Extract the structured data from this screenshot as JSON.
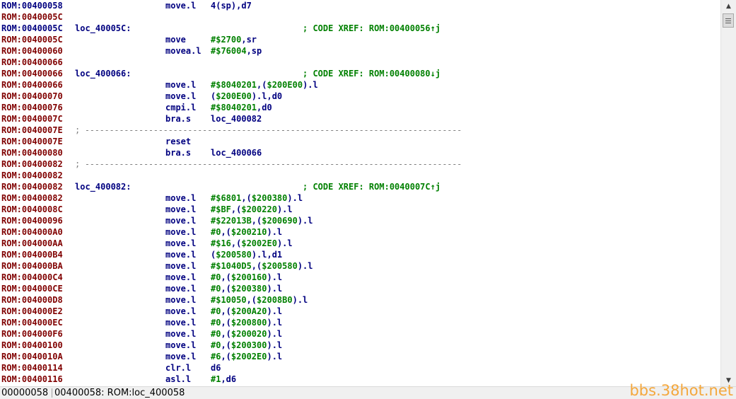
{
  "colors": {
    "segment_normal": "#000080",
    "segment_data": "#800000",
    "instruction": "#000080",
    "immediate": "#008000",
    "comment": "#008000",
    "separator": "#808080",
    "watermark": "#f4a73c"
  },
  "listing": [
    {
      "seg": "ROM",
      "addr": "00400058",
      "segtype": "normal",
      "mnem": "move.l",
      "ops": [
        {
          "t": "4(sp),d7"
        }
      ]
    },
    {
      "seg": "ROM",
      "addr": "0040005C",
      "segtype": "data"
    },
    {
      "seg": "ROM",
      "addr": "0040005C",
      "segtype": "normal",
      "label": "loc_40005C:",
      "xref": "; CODE XREF: ROM:00400056↑j"
    },
    {
      "seg": "ROM",
      "addr": "0040005C",
      "segtype": "data",
      "mnem": "move",
      "ops": [
        {
          "t": "#$2700",
          "imm": true
        },
        {
          "t": ",sr"
        }
      ]
    },
    {
      "seg": "ROM",
      "addr": "00400060",
      "segtype": "data",
      "mnem": "movea.l",
      "ops": [
        {
          "t": "#$76004",
          "imm": true
        },
        {
          "t": ",sp"
        }
      ]
    },
    {
      "seg": "ROM",
      "addr": "00400066",
      "segtype": "data"
    },
    {
      "seg": "ROM",
      "addr": "00400066",
      "segtype": "data",
      "label": "loc_400066:",
      "xref": "; CODE XREF: ROM:00400080↓j"
    },
    {
      "seg": "ROM",
      "addr": "00400066",
      "segtype": "data",
      "mnem": "move.l",
      "ops": [
        {
          "t": "#$8040201",
          "imm": true
        },
        {
          "t": ",("
        },
        {
          "t": "$200E00",
          "imm": true
        },
        {
          "t": ").l"
        }
      ]
    },
    {
      "seg": "ROM",
      "addr": "00400070",
      "segtype": "data",
      "mnem": "move.l",
      "ops": [
        {
          "t": "("
        },
        {
          "t": "$200E00",
          "imm": true
        },
        {
          "t": ").l,d0"
        }
      ]
    },
    {
      "seg": "ROM",
      "addr": "00400076",
      "segtype": "data",
      "mnem": "cmpi.l",
      "ops": [
        {
          "t": "#$8040201",
          "imm": true
        },
        {
          "t": ",d0"
        }
      ]
    },
    {
      "seg": "ROM",
      "addr": "0040007C",
      "segtype": "data",
      "mnem": "bra.s",
      "ops": [
        {
          "t": "loc_400082"
        }
      ]
    },
    {
      "seg": "ROM",
      "addr": "0040007E",
      "segtype": "data",
      "sep": "; -----------------------------------------------------------------------------"
    },
    {
      "seg": "ROM",
      "addr": "0040007E",
      "segtype": "data",
      "mnem": "reset"
    },
    {
      "seg": "ROM",
      "addr": "00400080",
      "segtype": "data",
      "mnem": "bra.s",
      "ops": [
        {
          "t": "loc_400066"
        }
      ]
    },
    {
      "seg": "ROM",
      "addr": "00400082",
      "segtype": "data",
      "sep": "; -----------------------------------------------------------------------------"
    },
    {
      "seg": "ROM",
      "addr": "00400082",
      "segtype": "data"
    },
    {
      "seg": "ROM",
      "addr": "00400082",
      "segtype": "data",
      "label": "loc_400082:",
      "xref": "; CODE XREF: ROM:0040007C↑j"
    },
    {
      "seg": "ROM",
      "addr": "00400082",
      "segtype": "data",
      "mnem": "move.l",
      "ops": [
        {
          "t": "#$6801",
          "imm": true
        },
        {
          "t": ",("
        },
        {
          "t": "$200380",
          "imm": true
        },
        {
          "t": ").l"
        }
      ]
    },
    {
      "seg": "ROM",
      "addr": "0040008C",
      "segtype": "data",
      "mnem": "move.l",
      "ops": [
        {
          "t": "#$BF",
          "imm": true
        },
        {
          "t": ",("
        },
        {
          "t": "$200220",
          "imm": true
        },
        {
          "t": ").l"
        }
      ]
    },
    {
      "seg": "ROM",
      "addr": "00400096",
      "segtype": "data",
      "mnem": "move.l",
      "ops": [
        {
          "t": "#$22013B",
          "imm": true
        },
        {
          "t": ",("
        },
        {
          "t": "$200690",
          "imm": true
        },
        {
          "t": ").l"
        }
      ]
    },
    {
      "seg": "ROM",
      "addr": "004000A0",
      "segtype": "data",
      "mnem": "move.l",
      "ops": [
        {
          "t": "#0",
          "imm": true
        },
        {
          "t": ",("
        },
        {
          "t": "$200210",
          "imm": true
        },
        {
          "t": ").l"
        }
      ]
    },
    {
      "seg": "ROM",
      "addr": "004000AA",
      "segtype": "data",
      "mnem": "move.l",
      "ops": [
        {
          "t": "#$16",
          "imm": true
        },
        {
          "t": ",("
        },
        {
          "t": "$2002E0",
          "imm": true
        },
        {
          "t": ").l"
        }
      ]
    },
    {
      "seg": "ROM",
      "addr": "004000B4",
      "segtype": "data",
      "mnem": "move.l",
      "ops": [
        {
          "t": "("
        },
        {
          "t": "$200580",
          "imm": true
        },
        {
          "t": ").l,d1"
        }
      ]
    },
    {
      "seg": "ROM",
      "addr": "004000BA",
      "segtype": "data",
      "mnem": "move.l",
      "ops": [
        {
          "t": "#$1040D5",
          "imm": true
        },
        {
          "t": ",("
        },
        {
          "t": "$200580",
          "imm": true
        },
        {
          "t": ").l"
        }
      ]
    },
    {
      "seg": "ROM",
      "addr": "004000C4",
      "segtype": "data",
      "mnem": "move.l",
      "ops": [
        {
          "t": "#0",
          "imm": true
        },
        {
          "t": ",("
        },
        {
          "t": "$200160",
          "imm": true
        },
        {
          "t": ").l"
        }
      ]
    },
    {
      "seg": "ROM",
      "addr": "004000CE",
      "segtype": "data",
      "mnem": "move.l",
      "ops": [
        {
          "t": "#0",
          "imm": true
        },
        {
          "t": ",("
        },
        {
          "t": "$200380",
          "imm": true
        },
        {
          "t": ").l"
        }
      ]
    },
    {
      "seg": "ROM",
      "addr": "004000D8",
      "segtype": "data",
      "mnem": "move.l",
      "ops": [
        {
          "t": "#$10050",
          "imm": true
        },
        {
          "t": ",("
        },
        {
          "t": "$2008B0",
          "imm": true
        },
        {
          "t": ").l"
        }
      ]
    },
    {
      "seg": "ROM",
      "addr": "004000E2",
      "segtype": "data",
      "mnem": "move.l",
      "ops": [
        {
          "t": "#0",
          "imm": true
        },
        {
          "t": ",("
        },
        {
          "t": "$200A20",
          "imm": true
        },
        {
          "t": ").l"
        }
      ]
    },
    {
      "seg": "ROM",
      "addr": "004000EC",
      "segtype": "data",
      "mnem": "move.l",
      "ops": [
        {
          "t": "#0",
          "imm": true
        },
        {
          "t": ",("
        },
        {
          "t": "$200800",
          "imm": true
        },
        {
          "t": ").l"
        }
      ]
    },
    {
      "seg": "ROM",
      "addr": "004000F6",
      "segtype": "data",
      "mnem": "move.l",
      "ops": [
        {
          "t": "#0",
          "imm": true
        },
        {
          "t": ",("
        },
        {
          "t": "$200020",
          "imm": true
        },
        {
          "t": ").l"
        }
      ]
    },
    {
      "seg": "ROM",
      "addr": "00400100",
      "segtype": "data",
      "mnem": "move.l",
      "ops": [
        {
          "t": "#0",
          "imm": true
        },
        {
          "t": ",("
        },
        {
          "t": "$200300",
          "imm": true
        },
        {
          "t": ").l"
        }
      ]
    },
    {
      "seg": "ROM",
      "addr": "0040010A",
      "segtype": "data",
      "mnem": "move.l",
      "ops": [
        {
          "t": "#6",
          "imm": true
        },
        {
          "t": ",("
        },
        {
          "t": "$2002E0",
          "imm": true
        },
        {
          "t": ").l"
        }
      ]
    },
    {
      "seg": "ROM",
      "addr": "00400114",
      "segtype": "data",
      "mnem": "clr.l",
      "ops": [
        {
          "t": "d6"
        }
      ]
    },
    {
      "seg": "ROM",
      "addr": "00400116",
      "segtype": "data",
      "mnem": "asl.l",
      "ops": [
        {
          "t": "#1",
          "imm": true
        },
        {
          "t": ",d6"
        }
      ]
    }
  ],
  "scrollbar": {
    "up_icon": "arrow-up-icon",
    "down_icon": "arrow-down-icon",
    "up_glyph": "▲",
    "down_glyph": "▼",
    "position": 0.0
  },
  "status": {
    "offset": "00000058",
    "location": "00400058: ROM:loc_400058"
  },
  "watermark": "bbs.38hot.net"
}
